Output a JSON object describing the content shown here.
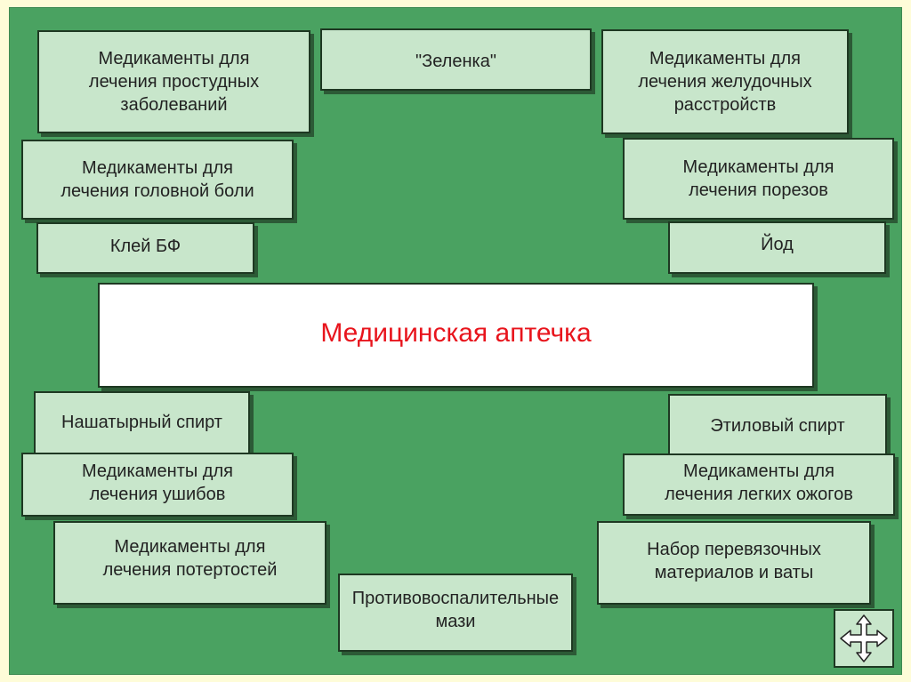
{
  "diagram": {
    "center": "Медицинская аптечка",
    "items": [
      "Медикаменты для\nлечения простудных\nзаболеваний",
      "\"Зеленка\"",
      "Медикаменты для\nлечения желудочных\nрасстройств",
      "Медикаменты для\nлечения головной боли",
      "Медикаменты для\nлечения порезов",
      "Клей БФ",
      "Йод",
      "Нашатырный спирт",
      "Этиловый спирт",
      "Медикаменты для\nлечения ушибов",
      "Медикаменты для\nлечения легких ожогов",
      "Медикаменты для\nлечения потертостей",
      "Набор перевязочных\nматериалов и ваты",
      "Противовоспалительные\nмази"
    ]
  },
  "navigation": {
    "icon": "four-way-arrows-icon"
  },
  "colors": {
    "background": "#4aa261",
    "box_fill": "#c8e6cb",
    "center_fill": "#ffffff",
    "center_text": "#e8141c",
    "frame": "#fefcd8"
  }
}
